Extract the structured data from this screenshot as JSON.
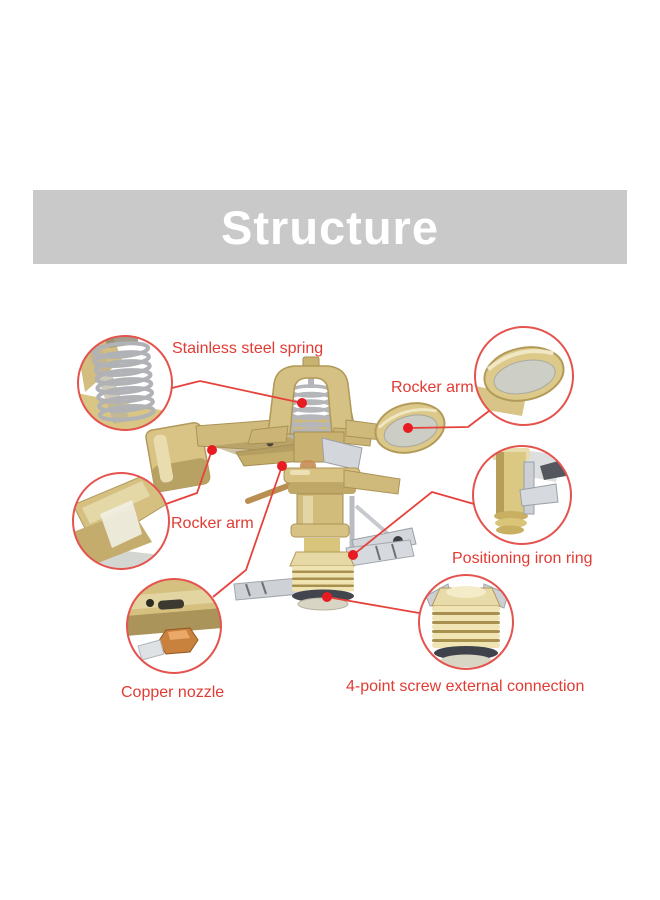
{
  "banner": {
    "title": "Structure"
  },
  "callouts": {
    "spring": {
      "label": "Stainless steel spring"
    },
    "rocker_right": {
      "label": "Rocker arm"
    },
    "rocker_left": {
      "label": "Rocker arm"
    },
    "iron_ring": {
      "label": "Positioning iron ring"
    },
    "nozzle": {
      "label": "Copper nozzle"
    },
    "screw": {
      "label": "4-point screw external connection"
    }
  },
  "colors": {
    "banner_bg": "#c9c9c9",
    "banner_text": "#ffffff",
    "label_red": "#e13b33",
    "leader_line_red": "#e6423c",
    "callout_circle_border": "#e4534d",
    "marker_dot_red": "#e81b22",
    "product_brass": "#d6c184",
    "product_silver": "#c9ccd1"
  }
}
